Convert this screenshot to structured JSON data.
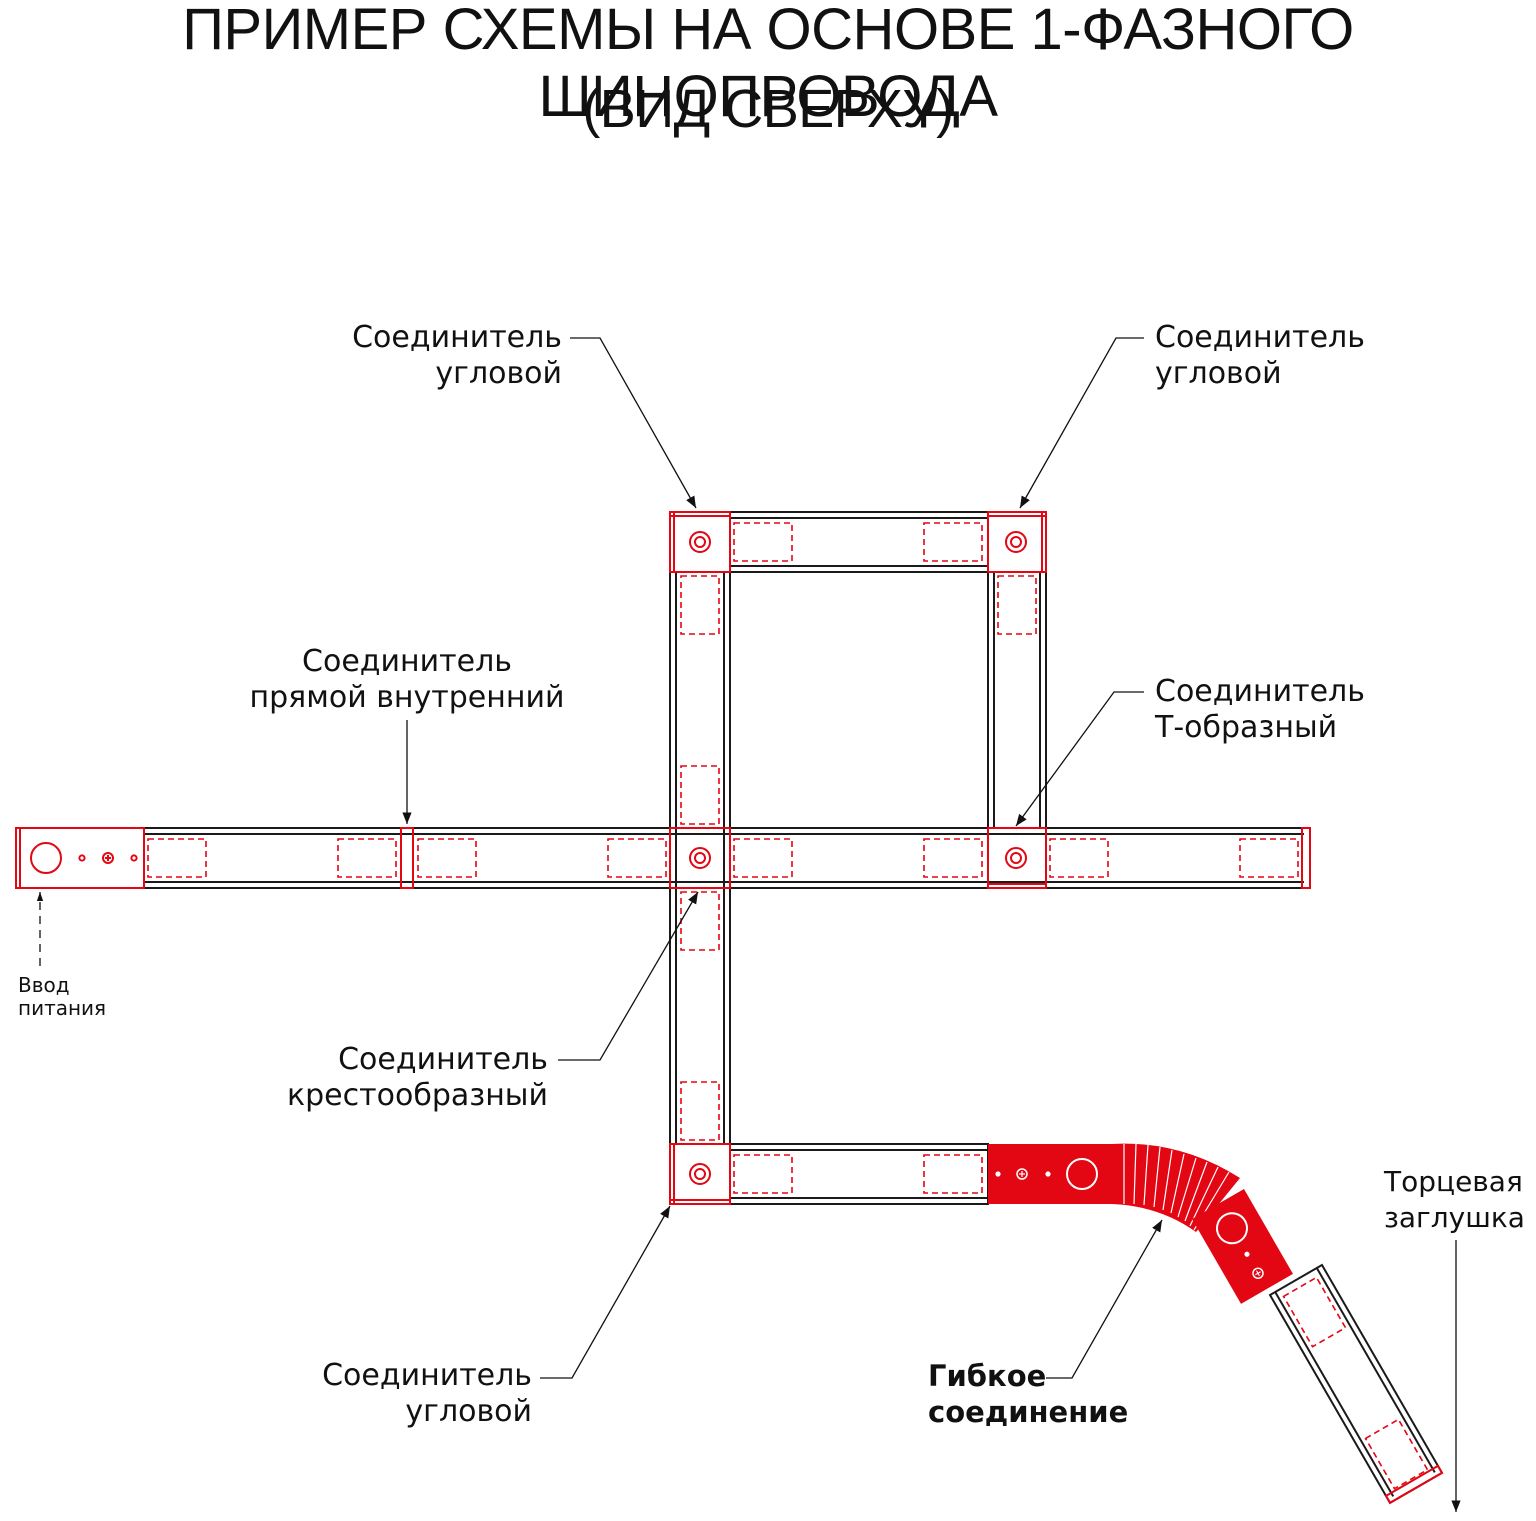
{
  "title": {
    "line1": "ПРИМЕР СХЕМЫ НА ОСНОВЕ 1-ФАЗНОГО ШИНОПРОВОДА",
    "line2": "(ВИД СВЕРХУ)"
  },
  "labels": {
    "corner_top_left": {
      "line1": "Соединитель",
      "line2": "угловой"
    },
    "corner_top_right": {
      "line1": "Соединитель",
      "line2": "угловой"
    },
    "straight_inner": {
      "line1": "Соединитель",
      "line2": "прямой внутренний"
    },
    "t_shaped": {
      "line1": "Соединитель",
      "line2": "Т-образный"
    },
    "power_input": {
      "line1": "Ввод",
      "line2": "питания"
    },
    "cross": {
      "line1": "Соединитель",
      "line2": "крестообразный"
    },
    "corner_bottom": {
      "line1": "Соединитель",
      "line2": "угловой"
    },
    "flexible": {
      "line1": "Гибкое",
      "line2": "соединение"
    },
    "end_cap": {
      "line1": "Торцевая",
      "line2": "заглушка"
    }
  },
  "colors": {
    "track_outline": "#1a1a1a",
    "connector_red": "#e30613",
    "text": "#111111"
  }
}
